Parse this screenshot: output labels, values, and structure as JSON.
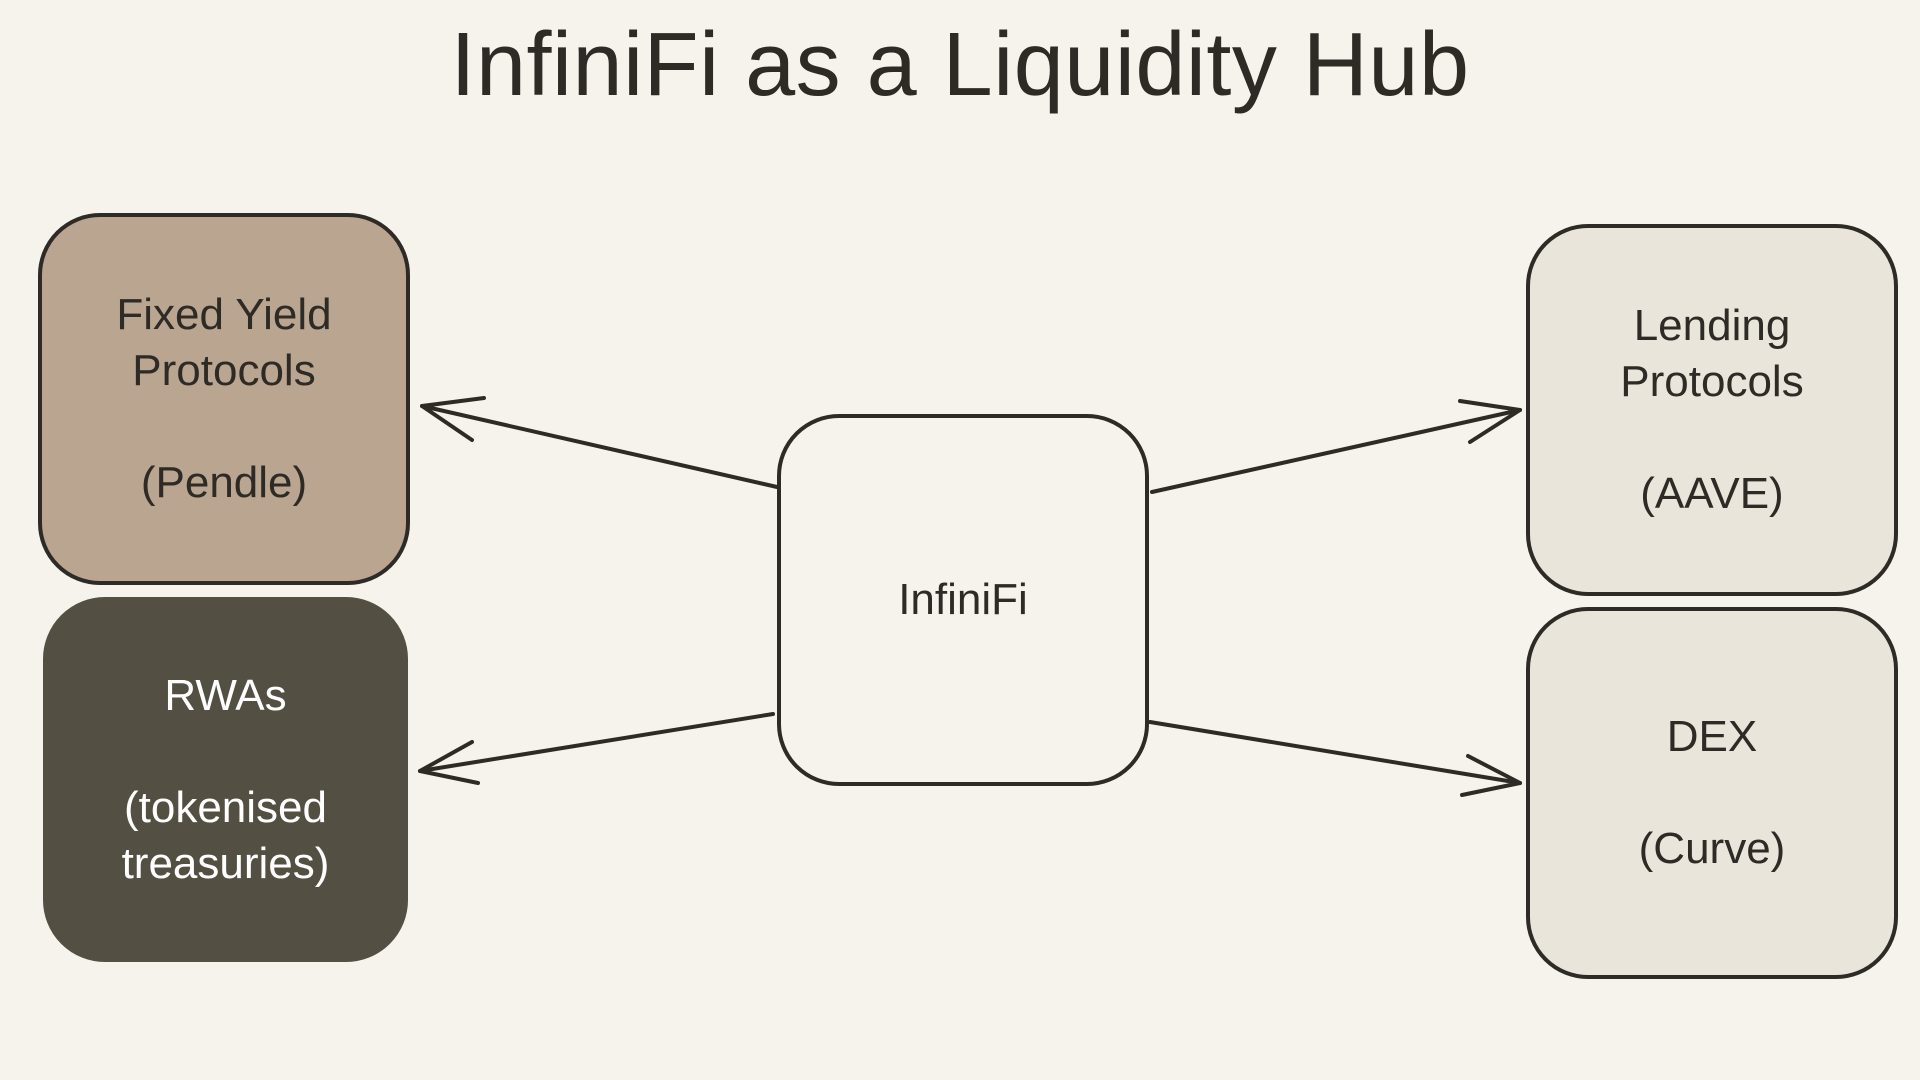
{
  "title": "InfiniFi as a Liquidity Hub",
  "hub": {
    "label": "InfiniFi"
  },
  "nodes": {
    "fixed_yield": {
      "name": "Fixed Yield\nProtocols",
      "example": "(Pendle)"
    },
    "rwas": {
      "name": "RWAs",
      "example": "(tokenised\ntreasuries)"
    },
    "lending": {
      "name": "Lending\nProtocols",
      "example": "(AAVE)"
    },
    "dex": {
      "name": "DEX",
      "example": "(Curve)"
    }
  },
  "colors": {
    "background": "#f6f2ec",
    "stroke": "#2e2b26",
    "fixed_yield_fill": "#b9a590",
    "rwas_fill": "#544f43",
    "lending_fill": "#e9e5da",
    "dex_fill": "#e9e5da"
  },
  "edges": [
    {
      "from": "InfiniFi",
      "to": "Fixed Yield Protocols"
    },
    {
      "from": "InfiniFi",
      "to": "RWAs"
    },
    {
      "from": "InfiniFi",
      "to": "Lending Protocols"
    },
    {
      "from": "InfiniFi",
      "to": "DEX"
    }
  ]
}
